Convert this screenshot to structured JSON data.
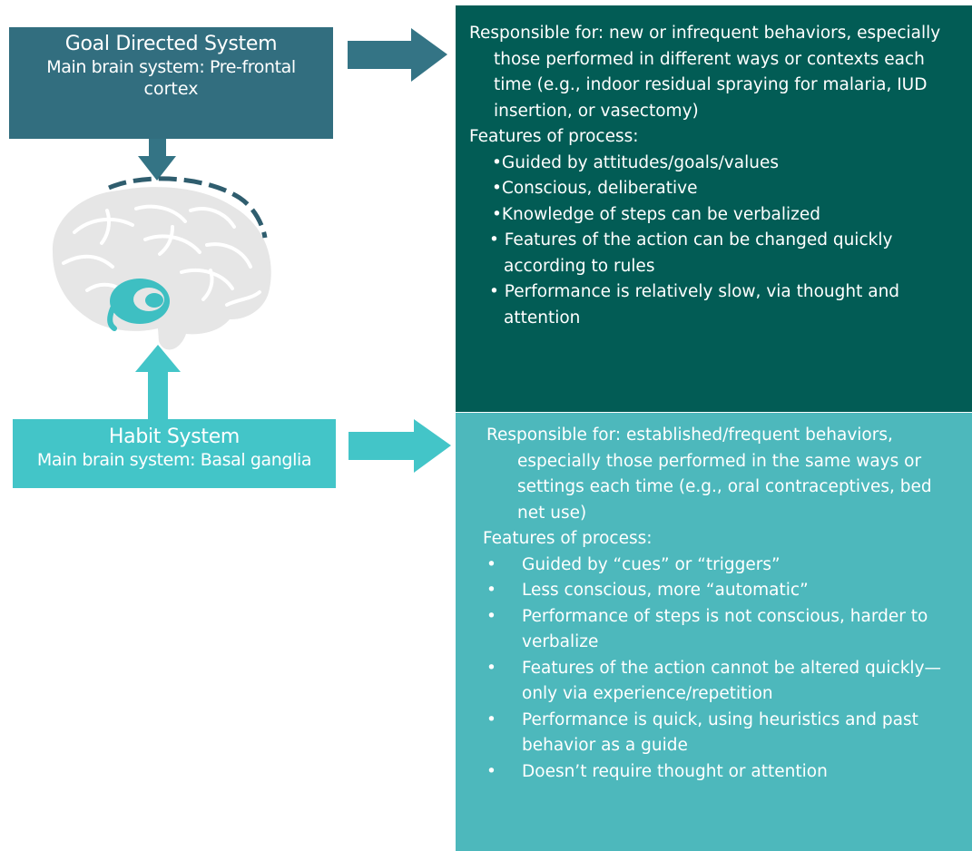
{
  "goal_system": {
    "title": "Goal Directed  System",
    "subtitle_line1": "Main brain system: Pre-frontal",
    "subtitle_line2": "cortex",
    "responsible": "Responsible for: new or infrequent behaviors, especially those performed in different ways or contexts each time (e.g., indoor residual spraying for malaria, IUD insertion, or vasectomy)",
    "features_heading": "Features of process:",
    "features": [
      "Guided by attitudes/goals/values",
      "Conscious, deliberative",
      "Knowledge of steps can be verbalized",
      " Features of the action can be changed quickly according to rules",
      " Performance is relatively slow, via thought and attention"
    ]
  },
  "habit_system": {
    "title": "Habit System",
    "subtitle": "Main brain system: Basal ganglia",
    "responsible": "Responsible for: established/frequent behaviors, especially those performed in the same ways or settings each time (e.g., oral contraceptives, bed net use)",
    "features_heading": "Features of process:",
    "features": [
      "Guided by “cues” or “triggers”",
      "Less conscious, more “automatic”",
      "Performance of steps is not conscious, harder to verbalize",
      "Features of the action cannot be altered quickly—only via experience/repetition",
      "Performance is quick, using heuristics and past behavior as a guide",
      "Doesn’t require thought or attention"
    ]
  },
  "colors": {
    "goal_label_bg": "#326E7F",
    "goal_panel_bg": "#025C55",
    "habit_label_bg": "#43C5C8",
    "habit_panel_bg": "#4DB8BC",
    "brain_fill": "#E6E6E6",
    "basal_ganglia": "#3EBFC2",
    "arrow_goal": "#347485",
    "arrow_habit": "#43C5C8"
  }
}
